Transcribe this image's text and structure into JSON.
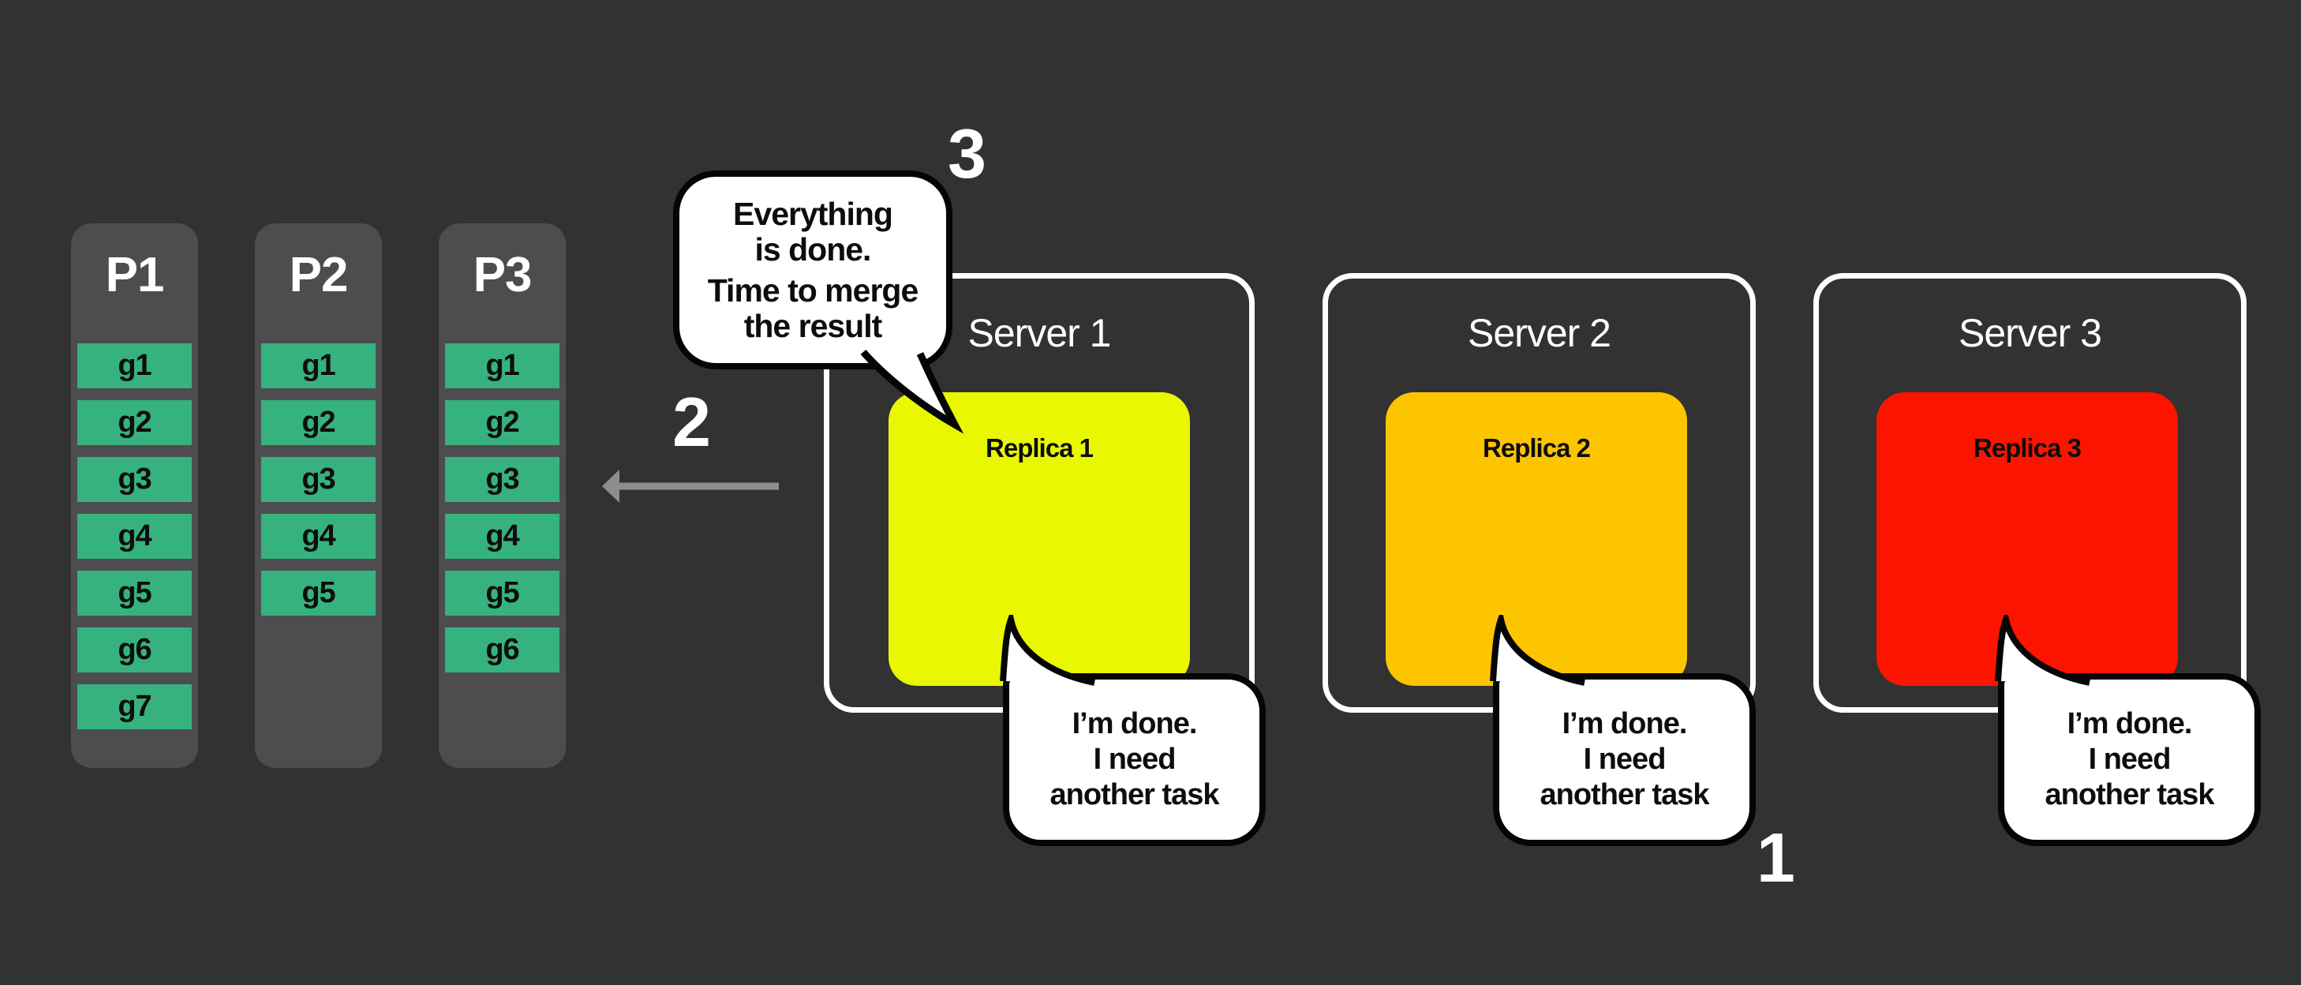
{
  "colors": {
    "background": "#323232",
    "partition_fill": "#4d4d4f",
    "task_fill": "#36b27e",
    "server_border": "#ffffff",
    "bubble_fill": "#ffffff",
    "outline_black": "#050505",
    "arrow_gray": "#8d8d8d",
    "replica1": "#e9f700",
    "replica2": "#fdc400",
    "replica3": "#fd1400"
  },
  "partitions": [
    {
      "label": "P1",
      "tasks": [
        "g1",
        "g2",
        "g3",
        "g4",
        "g5",
        "g6",
        "g7"
      ]
    },
    {
      "label": "P2",
      "tasks": [
        "g1",
        "g2",
        "g3",
        "g4",
        "g5"
      ]
    },
    {
      "label": "P3",
      "tasks": [
        "g1",
        "g2",
        "g3",
        "g4",
        "g5",
        "g6"
      ]
    }
  ],
  "servers": [
    {
      "label": "Server 1",
      "replica": {
        "label": "Replica 1",
        "color": "#e9f700"
      },
      "bubble_lines": [
        "I’m done.",
        "I need",
        "another task"
      ]
    },
    {
      "label": "Server 2",
      "replica": {
        "label": "Replica 2",
        "color": "#fdc400"
      },
      "bubble_lines": [
        "I’m done.",
        "I need",
        "another task"
      ]
    },
    {
      "label": "Server 3",
      "replica": {
        "label": "Replica 3",
        "color": "#fd1400"
      },
      "bubble_lines": [
        "I’m done.",
        "I need",
        "another task"
      ]
    }
  ],
  "merge_bubble": {
    "lines": [
      "Everything",
      "is done.",
      "Time to merge",
      "the result"
    ]
  },
  "step_labels": [
    "1",
    "2",
    "3"
  ]
}
